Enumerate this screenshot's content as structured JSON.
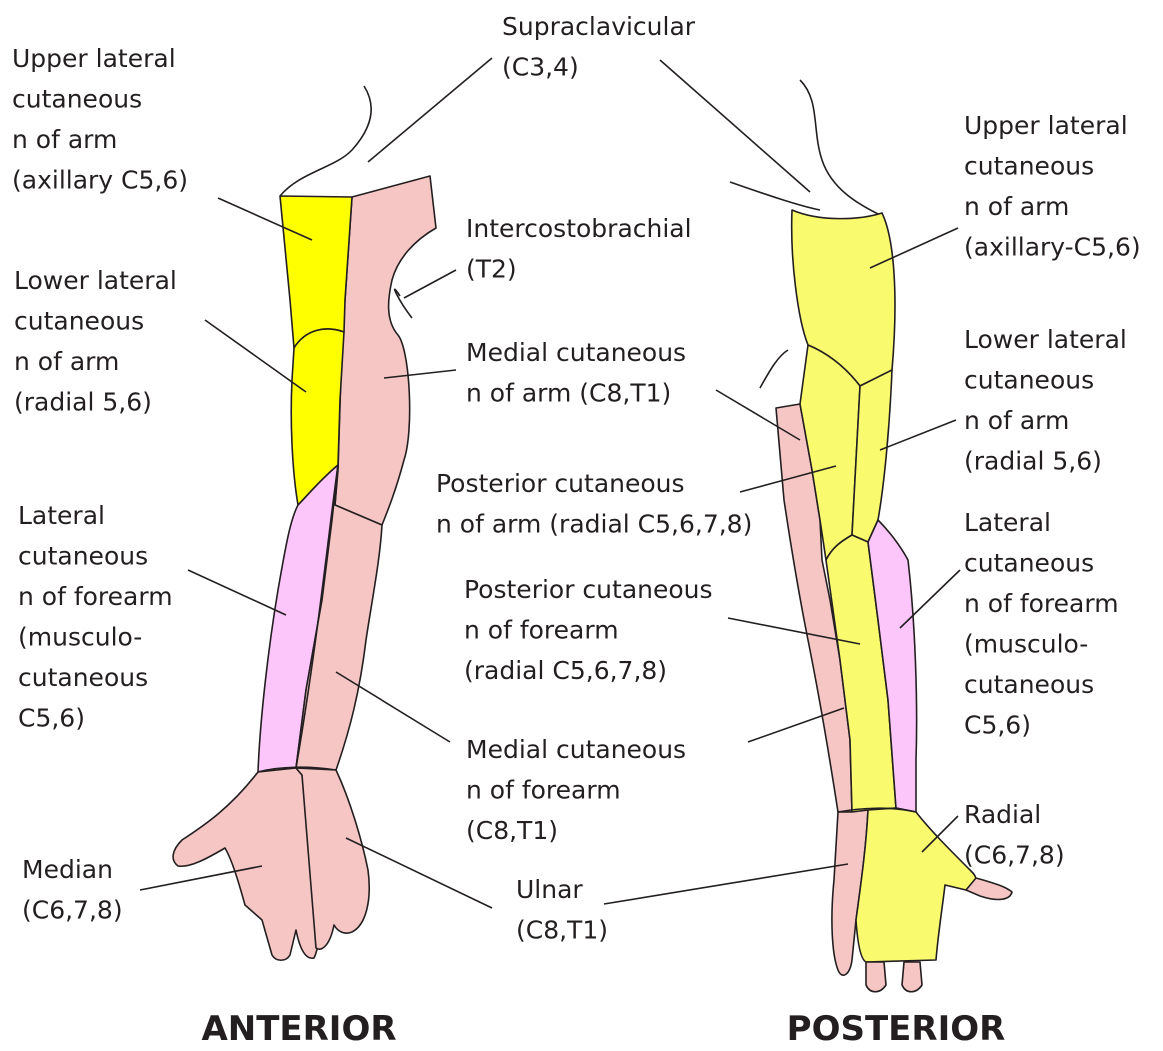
{
  "colors": {
    "pink": "#f6c6c5",
    "yellow_bright": "#ffff00",
    "yellow": "#fafa6e",
    "violet": "#fcc6fb",
    "outline": "#231f20"
  },
  "views": {
    "anterior": "ANTERIOR",
    "posterior": "POSTERIOR"
  },
  "labels": {
    "supraclavicular": [
      "Supraclavicular",
      "(C3,4)"
    ],
    "ant_upper_lateral": [
      "Upper lateral",
      "cutaneous",
      "n of arm",
      "(axillary C5,6)"
    ],
    "ant_lower_lateral": [
      "Lower lateral",
      "cutaneous",
      "n of arm",
      "(radial 5,6)"
    ],
    "ant_lateral_forearm": [
      "Lateral",
      "cutaneous",
      "n of forearm",
      "(musculo-",
      "cutaneous",
      "C5,6)"
    ],
    "median": [
      "Median",
      "(C6,7,8)"
    ],
    "intercostobrachial": [
      "Intercostobrachial",
      "(T2)"
    ],
    "medial_arm": [
      "Medial cutaneous",
      "n of arm (C8,T1)"
    ],
    "posterior_arm": [
      "Posterior cutaneous",
      "n of arm (radial C5,6,7,8)"
    ],
    "posterior_forearm": [
      "Posterior cutaneous",
      "n of forearm",
      "(radial C5,6,7,8)"
    ],
    "medial_forearm": [
      "Medial cutaneous",
      "n of forearm",
      "(C8,T1)"
    ],
    "ulnar": [
      "Ulnar",
      "(C8,T1)"
    ],
    "post_upper_lateral": [
      "Upper lateral",
      "cutaneous",
      "n of arm",
      "(axillary-C5,6)"
    ],
    "post_lower_lateral": [
      "Lower lateral",
      "cutaneous",
      "n of arm",
      "(radial 5,6)"
    ],
    "post_lateral_forearm": [
      "Lateral",
      "cutaneous",
      "n of forearm",
      "(musculo-",
      "cutaneous",
      "C5,6)"
    ],
    "radial": [
      "Radial",
      "(C6,7,8)"
    ]
  }
}
